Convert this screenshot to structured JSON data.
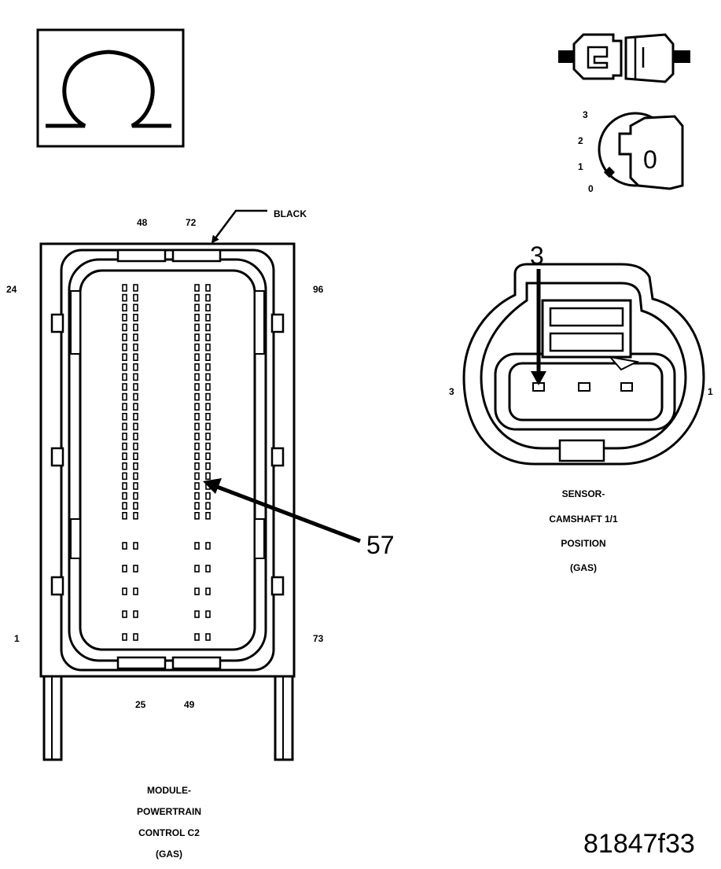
{
  "ohmmeter_icon": {
    "icon": "omega-icon",
    "symbol": "Ω"
  },
  "connector_icon": {
    "icon": "connector-disconnect-icon"
  },
  "ignition_icon": {
    "icon": "ignition-key-icon",
    "positions": [
      "3",
      "2",
      "1",
      "0"
    ],
    "key_position": "0"
  },
  "pcm_connector": {
    "color_label": "BLACK",
    "pin_labels": {
      "top_left": "48",
      "top_right": "72",
      "upper_left": "24",
      "upper_right": "96",
      "lower_left": "1",
      "lower_right": "73",
      "bottom_left": "25",
      "bottom_right": "49"
    },
    "callout": "57",
    "caption": [
      "MODULE-",
      "POWERTRAIN",
      "CONTROL C2",
      "(GAS)"
    ]
  },
  "cmp_sensor": {
    "callout": "3",
    "pin_left": "3",
    "pin_right": "1",
    "caption": [
      "SENSOR-",
      "CAMSHAFT 1/1",
      "POSITION",
      "(GAS)"
    ]
  },
  "figure_id": "81847f33"
}
